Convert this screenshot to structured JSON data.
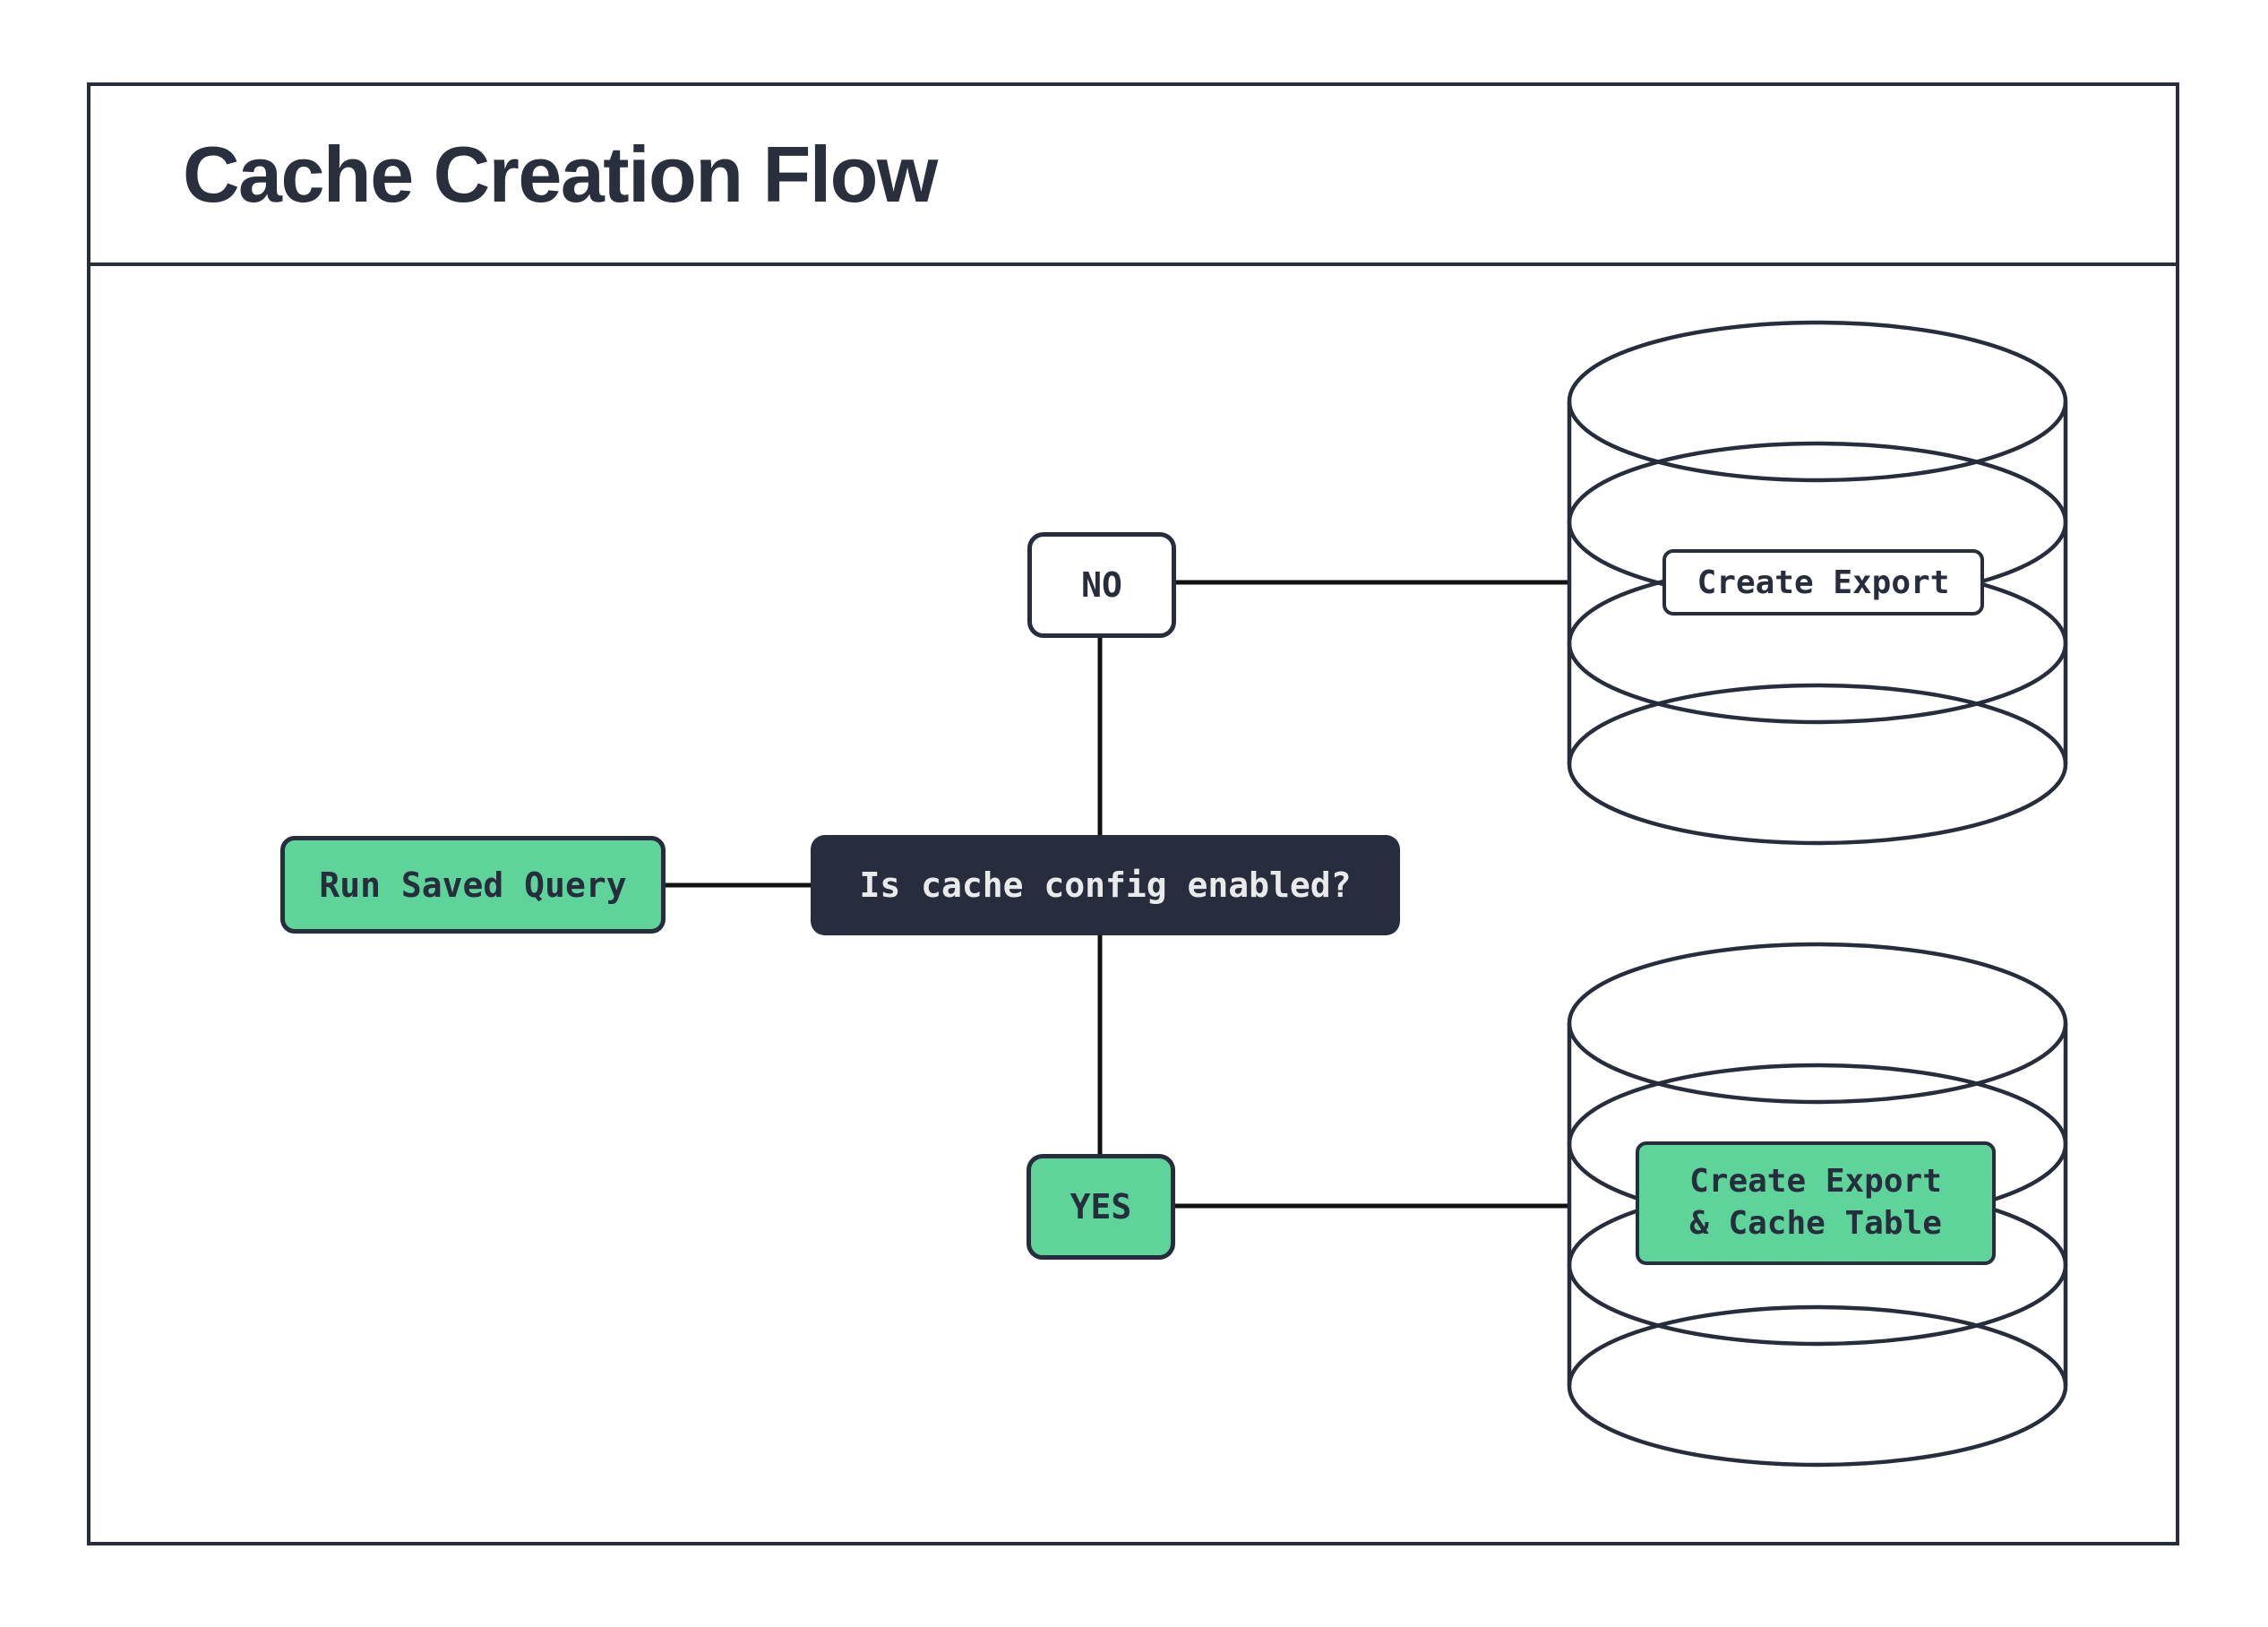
{
  "title": "Cache Creation Flow",
  "colors": {
    "accent_green": "#5fd49a",
    "dark_navy": "#272d3c",
    "connector_black": "#111111",
    "light_text": "#e9eaec",
    "background": "#ffffff"
  },
  "nodes": {
    "start": {
      "label": "Run Saved Query"
    },
    "decision": {
      "label": "Is cache config enabled?"
    },
    "no_branch": {
      "label": "NO"
    },
    "yes_branch": {
      "label": "YES"
    },
    "no_result": {
      "label": "Create Export"
    },
    "yes_result": {
      "line1": "Create Export",
      "line2": "& Cache Table"
    }
  },
  "edges": [
    {
      "from": "start",
      "to": "decision"
    },
    {
      "from": "decision",
      "to": "no_branch"
    },
    {
      "from": "decision",
      "to": "yes_branch"
    },
    {
      "from": "no_branch",
      "to": "no_result_database"
    },
    {
      "from": "yes_branch",
      "to": "yes_result_database"
    }
  ]
}
